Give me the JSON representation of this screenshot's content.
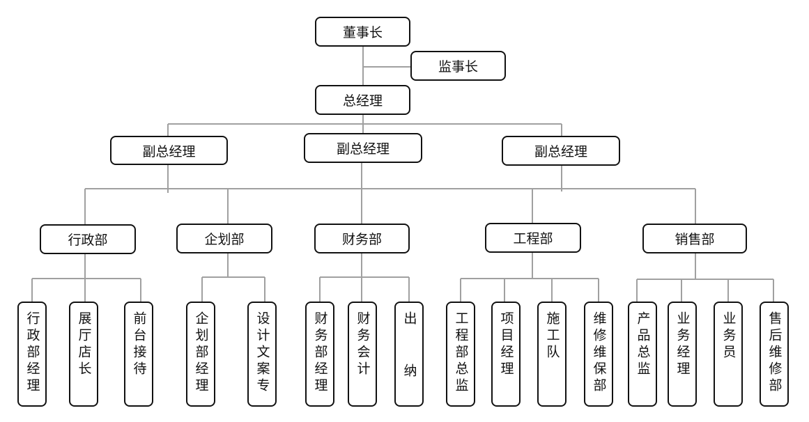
{
  "chart": {
    "chairman": "董事长",
    "supervisor": "监事长",
    "general_manager": "总经理",
    "deputy_gm": [
      "副总经理",
      "副总经理",
      "副总经理"
    ],
    "departments": [
      "行政部",
      "企划部",
      "财务部",
      "工程部",
      "销售部"
    ],
    "positions": {
      "admin": [
        "行政部经理",
        "展厅店长",
        "前台接待"
      ],
      "planning": [
        "企划部经理",
        "设计文案专"
      ],
      "finance": [
        "财务部经理",
        "财务会计",
        "出",
        "纳"
      ],
      "engineering": [
        "工程部总监",
        "项目经理",
        "施工队",
        "维修维保部"
      ],
      "sales": [
        "产品总监",
        "业务经理",
        "业务员",
        "售后维修部"
      ]
    }
  },
  "colors": {
    "line": "#a0a0a0",
    "border": "#111111",
    "text": "#111111",
    "background": "#ffffff"
  }
}
